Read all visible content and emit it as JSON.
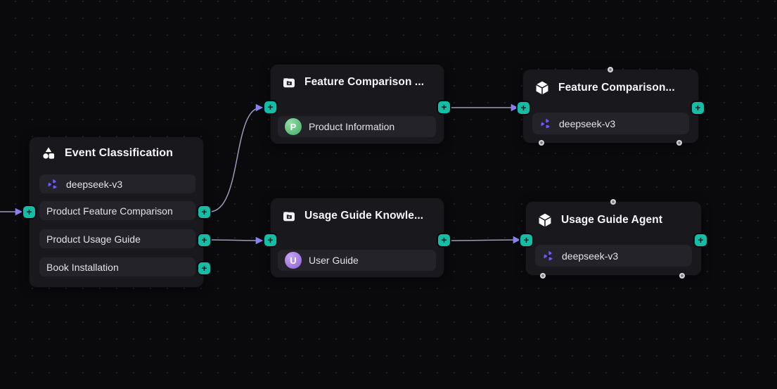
{
  "nodes": {
    "event_classification": {
      "title": "Event Classification",
      "model": "deepseek-v3",
      "classes": [
        "Product Feature Comparison",
        "Product Usage Guide",
        "Book Installation"
      ]
    },
    "feature_comparison_kb": {
      "title": "Feature Comparison ...",
      "item": {
        "initial": "P",
        "label": "Product Information"
      }
    },
    "feature_comparison_agent": {
      "title": "Feature Comparison...",
      "model": "deepseek-v3"
    },
    "usage_guide_kb": {
      "title": "Usage Guide Knowle...",
      "item": {
        "initial": "U",
        "label": "User Guide"
      }
    },
    "usage_guide_agent": {
      "title": "Usage Guide Agent",
      "model": "deepseek-v3"
    }
  },
  "icons": {
    "plus_glyph": "+",
    "classifier": "shapes-icon",
    "knowledge": "folder-search-icon",
    "agent": "cube-icon",
    "model": "deepseek-logo-icon"
  },
  "colors": {
    "canvas_bg": "#0a0a0d",
    "node_bg": "#18181d",
    "row_bg": "#232329",
    "accent_teal": "#15bda7",
    "edge": "#9e98b8",
    "arrow": "#8b80f0",
    "avatar_green": "#43ad66",
    "avatar_purple": "#8f60d8",
    "deepseek_purple": "#6f5ef0"
  }
}
